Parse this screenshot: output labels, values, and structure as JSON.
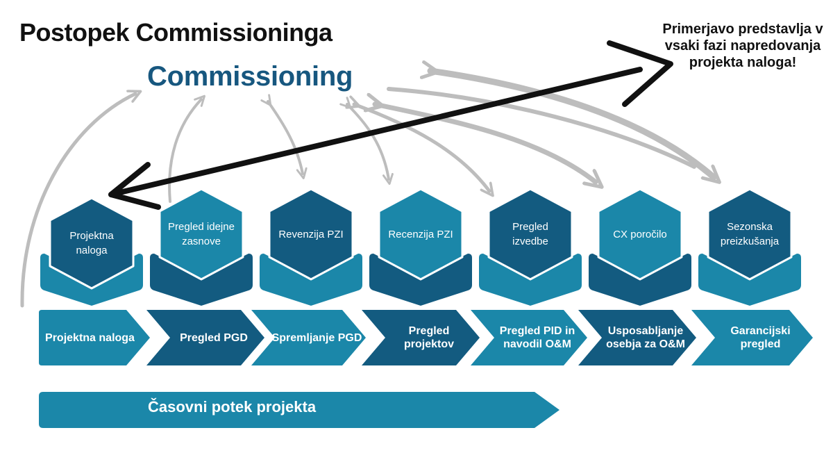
{
  "title": "Postopek Commissioninga",
  "subtitle": "Commissioning",
  "note": "Primerjavo predstavlja v vsaki fazi napredovanja projekta naloga!",
  "hexagons": [
    {
      "label": "Projektna naloga"
    },
    {
      "label": "Pregled idejne zasnove"
    },
    {
      "label": "Revenzija PZI"
    },
    {
      "label": "Recenzija PZI"
    },
    {
      "label": "Pregled izvedbe"
    },
    {
      "label": "CX poročilo"
    },
    {
      "label": "Sezonska preizkušanja"
    }
  ],
  "phases": [
    {
      "label": "Projektna naloga"
    },
    {
      "label": "Pregled PGD"
    },
    {
      "label": "Spremljanje PGD"
    },
    {
      "label": "Pregled projektov"
    },
    {
      "label": "Pregled PID in navodil O&M"
    },
    {
      "label": "Usposabljanje osebja za O&M"
    },
    {
      "label": "Garancijski pregled"
    }
  ],
  "timeline": {
    "label": "Časovni potek projekta"
  },
  "colors": {
    "dark": "#135b80",
    "light": "#1b87a9",
    "arrow_gray": "#bdbdbd",
    "black": "#111111"
  }
}
